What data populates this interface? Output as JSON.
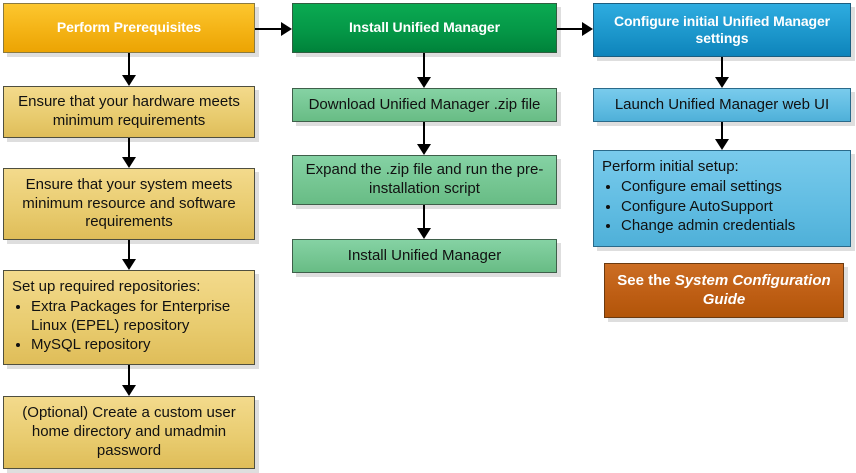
{
  "columns": {
    "left": {
      "header": "Perform Prerequisites",
      "hardware_step": "Ensure that your hardware meets minimum requirements",
      "system_step": "Ensure that your system meets minimum resource and software requirements",
      "repos_box": {
        "title": "Set up required repositories:",
        "bullets": [
          "Extra Packages for Enterprise Linux (EPEL) repository",
          "MySQL repository"
        ]
      },
      "optional_step": "(Optional) Create a custom user home directory and umadmin password"
    },
    "middle": {
      "header": "Install Unified Manager",
      "download_step": "Download Unified Manager .zip file",
      "expand_step": "Expand the .zip file and run the pre-installation script",
      "install_step": "Install Unified Manager"
    },
    "right": {
      "header": "Configure initial Unified Manager settings",
      "launch_step": "Launch Unified Manager web UI",
      "setup_box": {
        "title": "Perform initial setup:",
        "bullets": [
          "Configure email settings",
          "Configure AutoSupport",
          "Change admin credentials"
        ]
      },
      "guide_box": {
        "prefix": "See the ",
        "italic_title": "System Configuration Guide"
      }
    }
  },
  "colors": {
    "gold_header": "#F4B315",
    "gold_step": "#E8CB6E",
    "green_header": "#049646",
    "green_step": "#74C591",
    "blue_header": "#1B95CA",
    "blue_step": "#60BCE2",
    "orange_callout": "#BD5D13",
    "arrow": "#000000",
    "shadow": "#DEDEDE"
  }
}
